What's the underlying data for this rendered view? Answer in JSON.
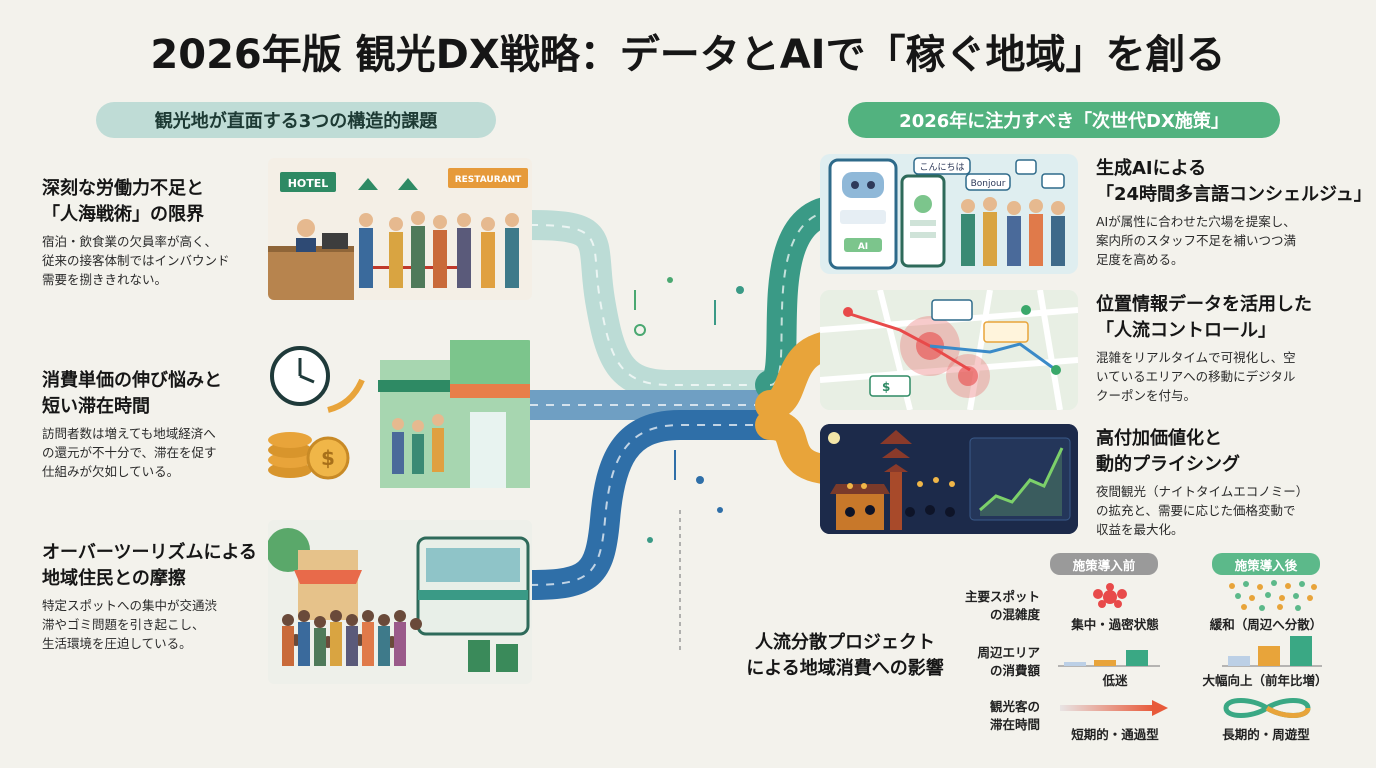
{
  "title": "2026年版 観光DX戦略：データとAIで「稼ぐ地域」を創る",
  "left_header": "観光地が直面する3つの構造的課題",
  "right_header": "2026年に注力すべき「次世代DX施策」",
  "issues": [
    {
      "title_line1": "深刻な労働力不足と",
      "title_line2": "「人海戦術」の限界",
      "desc_line1": "宿泊・飲食業の欠員率が高く、",
      "desc_line2": "従来の接客体制ではインバウンド",
      "desc_line3": "需要を捌ききれない。",
      "sign_hotel": "HOTEL",
      "sign_restaurant": "RESTAURANT"
    },
    {
      "title_line1": "消費単価の伸び悩みと",
      "title_line2": "短い滞在時間",
      "desc_line1": "訪問者数は増えても地域経済へ",
      "desc_line2": "の還元が不十分で、滞在を促す",
      "desc_line3": "仕組みが欠如している。"
    },
    {
      "title_line1": "オーバーツーリズムによる",
      "title_line2": "地域住民との摩擦",
      "desc_line1": "特定スポットへの集中が交通渋",
      "desc_line2": "滞やゴミ問題を引き起こし、",
      "desc_line3": "生活環境を圧迫している。"
    }
  ],
  "solutions": [
    {
      "title_line1": "生成AIによる",
      "title_line2": "「24時間多言語コンシェルジュ」",
      "desc_line1": "AIが属性に合わせた穴場を提案し、",
      "desc_line2": "案内所のスタッフ不足を補いつつ満",
      "desc_line3": "足度を高める。",
      "bubble_1": "こんにちは",
      "bubble_2": "Bonjour",
      "ai_label": "AI"
    },
    {
      "title_line1": "位置情報データを活用した",
      "title_line2": "「人流コントロール」",
      "desc_line1": "混雑をリアルタイムで可視化し、空",
      "desc_line2": "いているエリアへの移動にデジタル",
      "desc_line3": "クーポンを付与。"
    },
    {
      "title_line1": "高付加価値化と",
      "title_line2": "動的プライシング",
      "desc_line1": "夜間観光（ナイトタイムエコノミー）",
      "desc_line2": "の拡充と、需要に応じた価格変動で",
      "desc_line3": "収益を最大化。"
    }
  ],
  "impact": {
    "title_line1": "人流分散プロジェクト",
    "title_line2": "による地域消費への影響",
    "before_label": "施策導入前",
    "after_label": "施策導入後",
    "rows": [
      {
        "label_line1": "主要スポット",
        "label_line2": "の混雑度",
        "before": "集中・過密状態",
        "after": "緩和（周辺へ分散）"
      },
      {
        "label_line1": "周辺エリア",
        "label_line2": "の消費額",
        "before": "低迷",
        "after": "大幅向上（前年比増）"
      },
      {
        "label_line1": "観光客の",
        "label_line2": "滞在時間",
        "before": "短期的・通過型",
        "after": "長期的・周遊型"
      }
    ]
  },
  "colors": {
    "background": "#f3f2ec",
    "teal_pill": "#bfdcd6",
    "green_pill": "#52b27f",
    "road_blue": "#2f6fa8",
    "road_teal": "#3a9a86",
    "road_green": "#4aa871",
    "road_orange": "#e8a43a",
    "before_chip": "#9a9a9a",
    "after_chip": "#5cb98a"
  }
}
